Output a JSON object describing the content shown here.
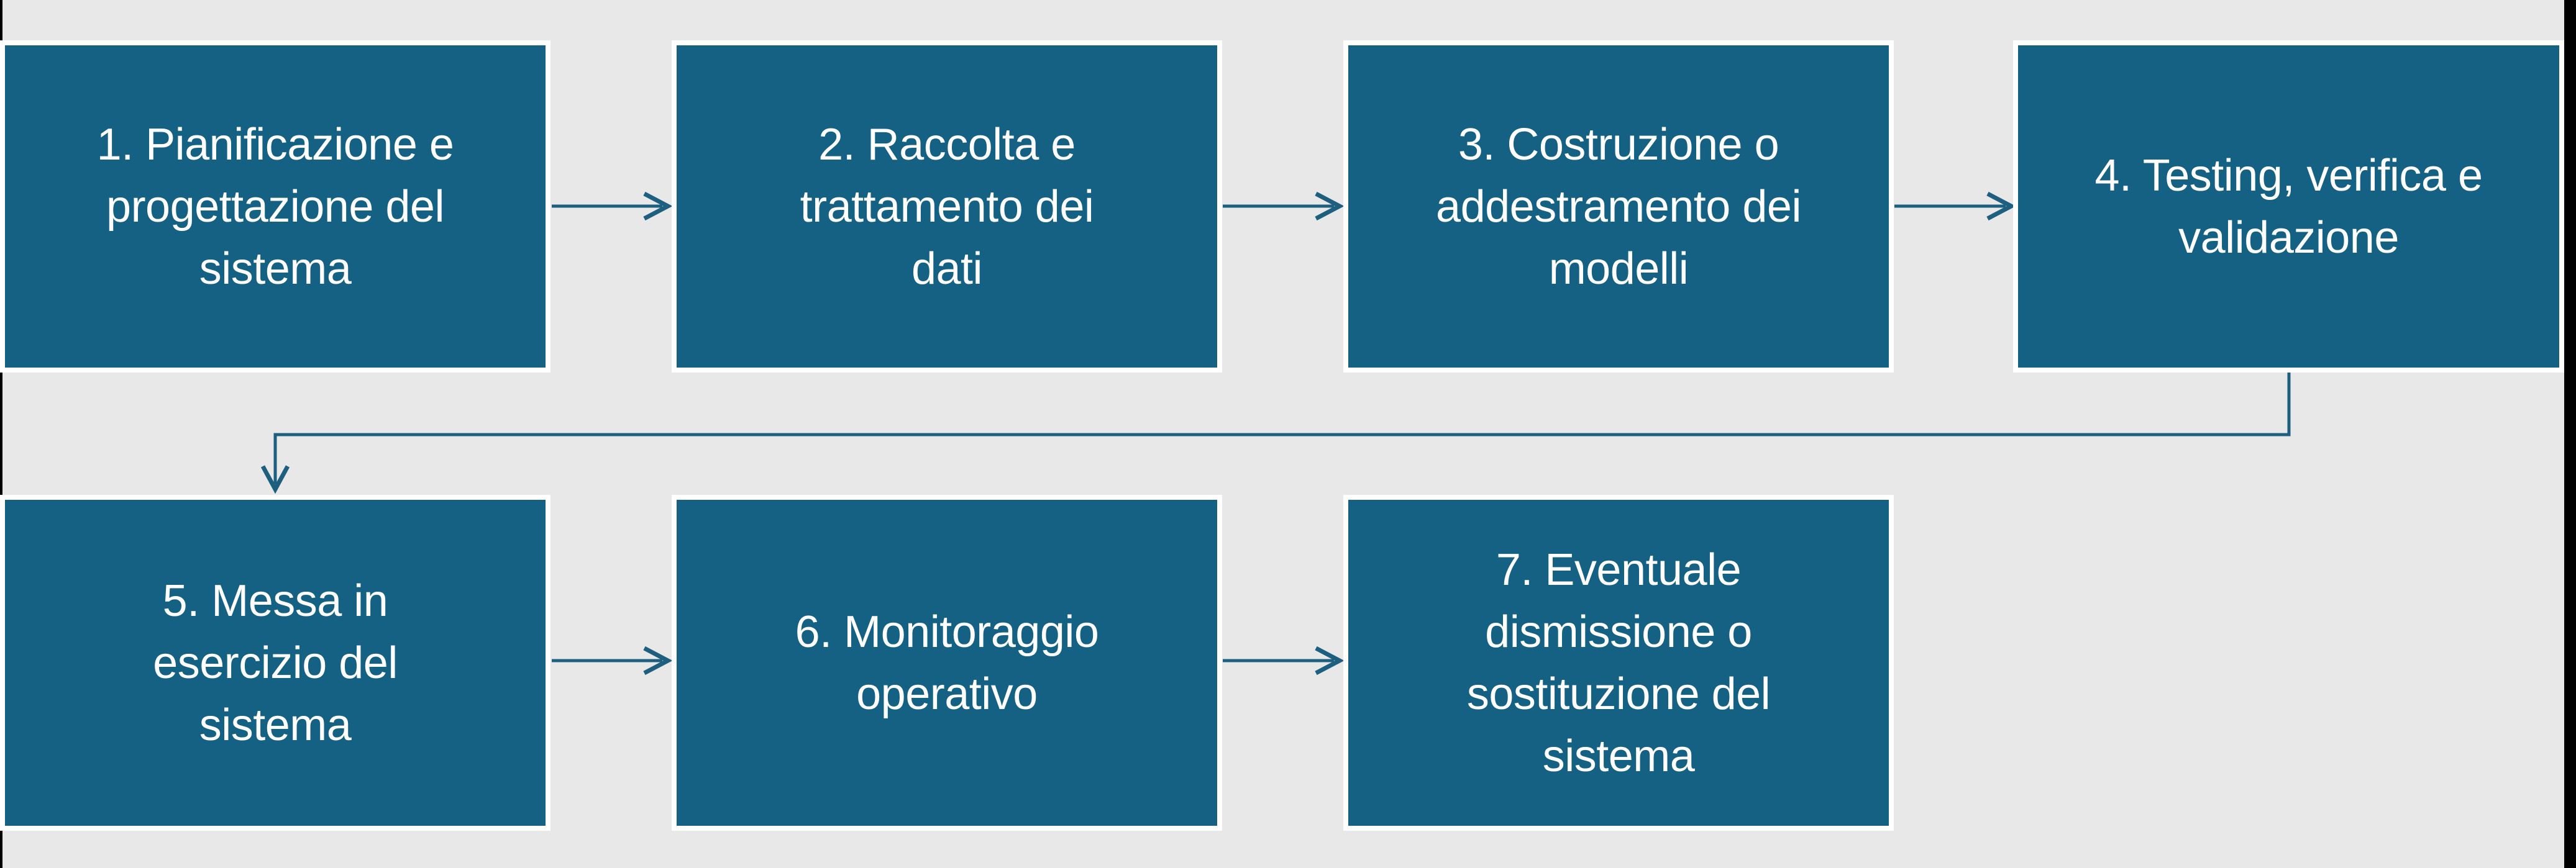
{
  "diagram": {
    "title_implicit": "",
    "boxes": [
      {
        "id": "1",
        "label": "1. Pianificazione e\nprogettazione del\nsistema"
      },
      {
        "id": "2",
        "label": "2. Raccolta e\ntrattamento dei\ndati"
      },
      {
        "id": "3",
        "label": "3. Costruzione o\naddestramento dei\nmodelli"
      },
      {
        "id": "4",
        "label": "4. Testing, verifica e\nvalidazione"
      },
      {
        "id": "5",
        "label": "5. Messa in\nesercizio del\nsistema"
      },
      {
        "id": "6",
        "label": "6. Monitoraggio\noperativo"
      },
      {
        "id": "7",
        "label": "7. Eventuale\ndismissione o\nsostituzione del\nsistema"
      }
    ],
    "connections": [
      {
        "from": "1",
        "to": "2",
        "type": "arrow-right"
      },
      {
        "from": "2",
        "to": "3",
        "type": "arrow-right"
      },
      {
        "from": "3",
        "to": "4",
        "type": "arrow-right"
      },
      {
        "from": "4",
        "to": "5",
        "type": "elbow-down-left-down"
      },
      {
        "from": "5",
        "to": "6",
        "type": "arrow-right"
      },
      {
        "from": "6",
        "to": "7",
        "type": "arrow-right"
      }
    ],
    "colors": {
      "background": "#e8e8e8",
      "box_fill": "#156183",
      "box_border": "#ffffff",
      "text": "#ffffff",
      "connector": "#1e5f80",
      "edge_line": "#000000"
    }
  }
}
